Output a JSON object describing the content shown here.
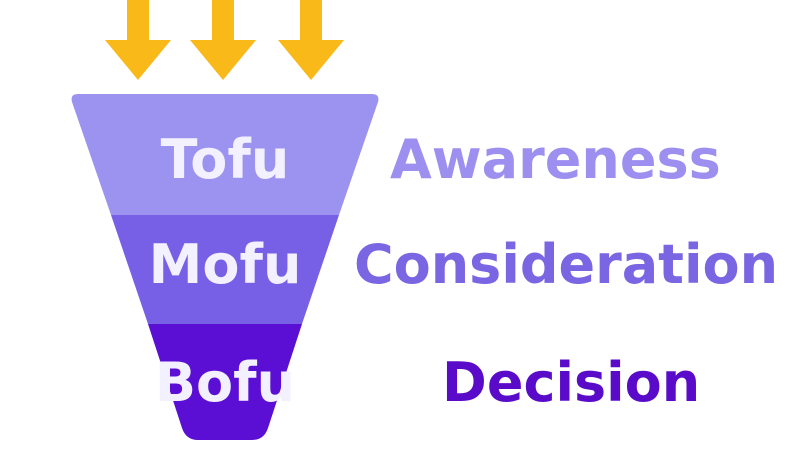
{
  "arrows": {
    "count": 3,
    "color": "#f9b919",
    "icon": "arrow-down-icon"
  },
  "funnel": {
    "stages": [
      {
        "acronym": "Tofu",
        "name": "Awareness",
        "fill": "#9c93f1",
        "text_color": "#9c8ff0"
      },
      {
        "acronym": "Mofu",
        "name": "Consideration",
        "fill": "#7860e6",
        "text_color": "#7a65e3"
      },
      {
        "acronym": "Bofu",
        "name": "Decision",
        "fill": "#5b0fd4",
        "text_color": "#5a0bc9"
      }
    ],
    "label_color": "#f3f0ff"
  }
}
